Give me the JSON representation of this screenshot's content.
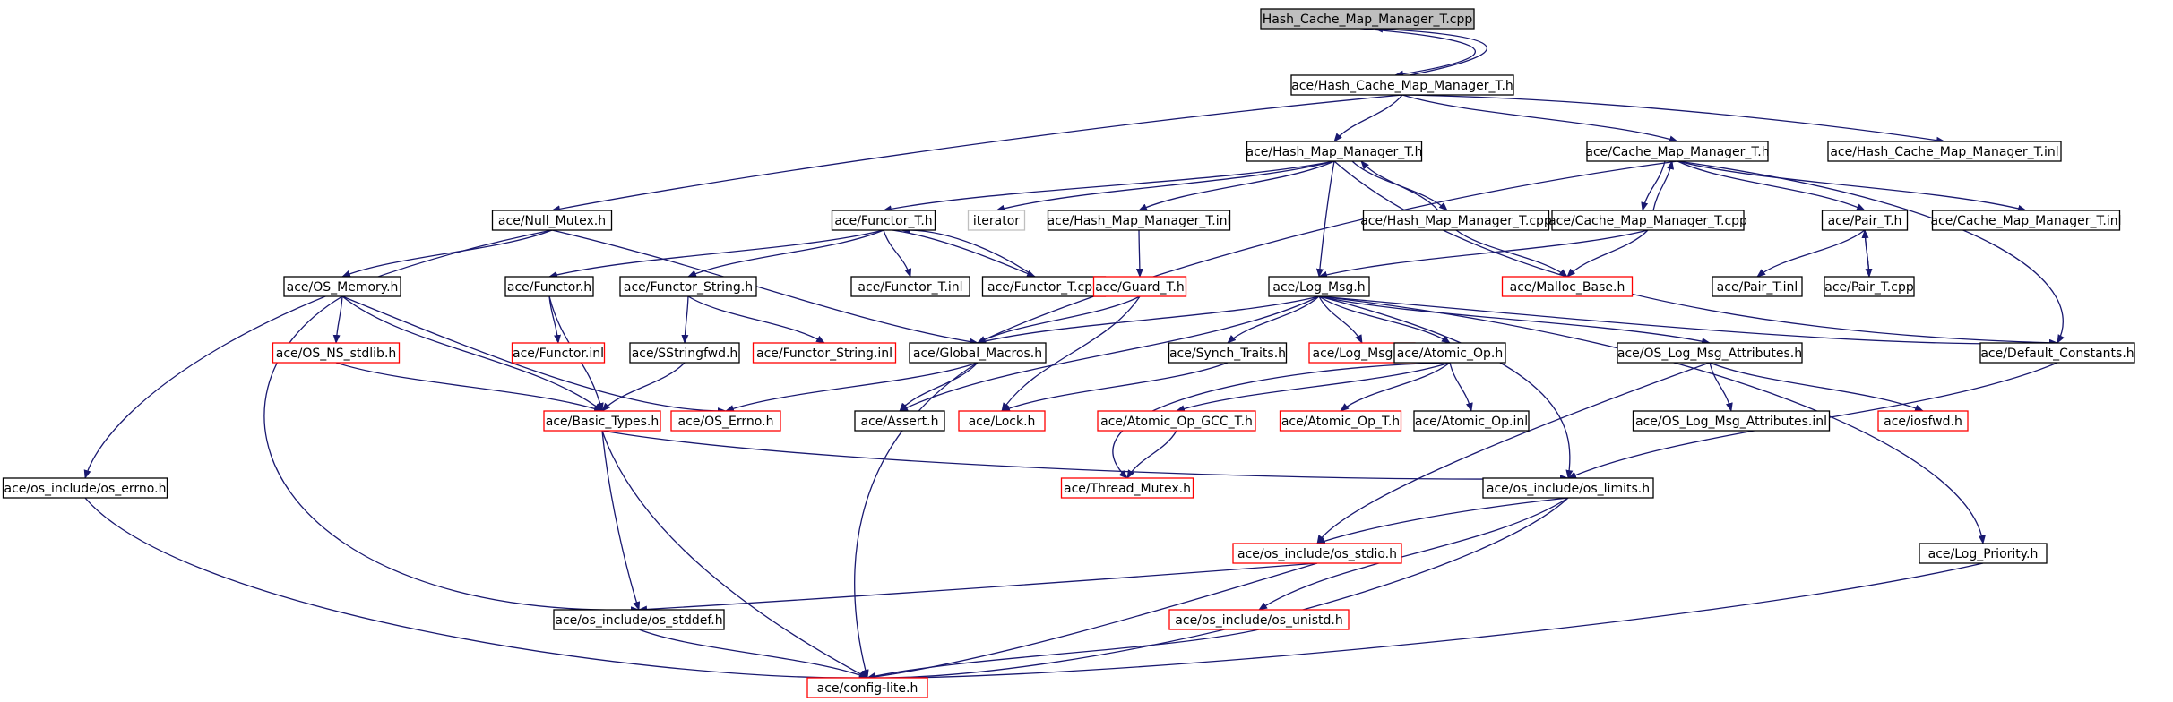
{
  "colors": {
    "edge": "#191970",
    "node_border": "#000000",
    "node_border_missing": "#ff0000",
    "node_border_hidden": "#bfbfbf",
    "root_fill": "#bfbfbf",
    "fill": "#ffffff"
  },
  "nodes": [
    {
      "id": "root",
      "label": "Hash_Cache_Map_Manager_T.cpp",
      "kind": "root"
    },
    {
      "id": "hcmm_h",
      "label": "ace/Hash_Cache_Map_Manager_T.h",
      "kind": "normal"
    },
    {
      "id": "hmm_h",
      "label": "ace/Hash_Map_Manager_T.h",
      "kind": "normal"
    },
    {
      "id": "cmm_h",
      "label": "ace/Cache_Map_Manager_T.h",
      "kind": "normal"
    },
    {
      "id": "hcmm_inl",
      "label": "ace/Hash_Cache_Map_Manager_T.inl",
      "kind": "normal"
    },
    {
      "id": "null_mutex",
      "label": "ace/Null_Mutex.h",
      "kind": "normal"
    },
    {
      "id": "functor_t_h",
      "label": "ace/Functor_T.h",
      "kind": "normal"
    },
    {
      "id": "iterator",
      "label": "iterator",
      "kind": "hidden"
    },
    {
      "id": "hmm_inl",
      "label": "ace/Hash_Map_Manager_T.inl",
      "kind": "normal"
    },
    {
      "id": "hmm_cpp",
      "label": "ace/Hash_Map_Manager_T.cpp",
      "kind": "normal"
    },
    {
      "id": "cmm_cpp",
      "label": "ace/Cache_Map_Manager_T.cpp",
      "kind": "normal"
    },
    {
      "id": "pair_h",
      "label": "ace/Pair_T.h",
      "kind": "normal"
    },
    {
      "id": "cmm_inl",
      "label": "ace/Cache_Map_Manager_T.inl",
      "kind": "normal"
    },
    {
      "id": "os_memory",
      "label": "ace/OS_Memory.h",
      "kind": "normal"
    },
    {
      "id": "functor_h",
      "label": "ace/Functor.h",
      "kind": "normal"
    },
    {
      "id": "functor_string_h",
      "label": "ace/Functor_String.h",
      "kind": "normal"
    },
    {
      "id": "functor_t_inl",
      "label": "ace/Functor_T.inl",
      "kind": "normal"
    },
    {
      "id": "functor_t_cpp",
      "label": "ace/Functor_T.cpp",
      "kind": "normal"
    },
    {
      "id": "guard_t",
      "label": "ace/Guard_T.h",
      "kind": "missing"
    },
    {
      "id": "log_msg",
      "label": "ace/Log_Msg.h",
      "kind": "normal"
    },
    {
      "id": "malloc_base",
      "label": "ace/Malloc_Base.h",
      "kind": "missing"
    },
    {
      "id": "pair_inl",
      "label": "ace/Pair_T.inl",
      "kind": "normal"
    },
    {
      "id": "pair_cpp",
      "label": "ace/Pair_T.cpp",
      "kind": "normal"
    },
    {
      "id": "os_ns_stdlib",
      "label": "ace/OS_NS_stdlib.h",
      "kind": "missing"
    },
    {
      "id": "functor_inl",
      "label": "ace/Functor.inl",
      "kind": "missing"
    },
    {
      "id": "sstringfwd",
      "label": "ace/SStringfwd.h",
      "kind": "normal"
    },
    {
      "id": "functor_string_inl",
      "label": "ace/Functor_String.inl",
      "kind": "missing"
    },
    {
      "id": "global_macros",
      "label": "ace/Global_Macros.h",
      "kind": "normal"
    },
    {
      "id": "synch_traits",
      "label": "ace/Synch_Traits.h",
      "kind": "normal"
    },
    {
      "id": "log_msg_inl",
      "label": "ace/Log_Msg.inl",
      "kind": "missing"
    },
    {
      "id": "atomic_op_h",
      "label": "ace/Atomic_Op.h",
      "kind": "normal"
    },
    {
      "id": "os_log_msg_attr",
      "label": "ace/OS_Log_Msg_Attributes.h",
      "kind": "normal"
    },
    {
      "id": "default_constants",
      "label": "ace/Default_Constants.h",
      "kind": "normal"
    },
    {
      "id": "basic_types",
      "label": "ace/Basic_Types.h",
      "kind": "missing"
    },
    {
      "id": "os_errno",
      "label": "ace/OS_Errno.h",
      "kind": "missing"
    },
    {
      "id": "assert_h",
      "label": "ace/Assert.h",
      "kind": "normal"
    },
    {
      "id": "lock_h",
      "label": "ace/Lock.h",
      "kind": "missing"
    },
    {
      "id": "atomic_op_gcc",
      "label": "ace/Atomic_Op_GCC_T.h",
      "kind": "missing"
    },
    {
      "id": "atomic_op_t",
      "label": "ace/Atomic_Op_T.h",
      "kind": "missing"
    },
    {
      "id": "atomic_op_inl",
      "label": "ace/Atomic_Op.inl",
      "kind": "normal"
    },
    {
      "id": "os_log_msg_attr_inl",
      "label": "ace/OS_Log_Msg_Attributes.inl",
      "kind": "normal"
    },
    {
      "id": "iosfwd",
      "label": "ace/iosfwd.h",
      "kind": "missing"
    },
    {
      "id": "os_include_errno",
      "label": "ace/os_include/os_errno.h",
      "kind": "normal"
    },
    {
      "id": "thread_mutex",
      "label": "ace/Thread_Mutex.h",
      "kind": "missing"
    },
    {
      "id": "os_limits",
      "label": "ace/os_include/os_limits.h",
      "kind": "normal"
    },
    {
      "id": "os_stdio",
      "label": "ace/os_include/os_stdio.h",
      "kind": "missing"
    },
    {
      "id": "log_priority",
      "label": "ace/Log_Priority.h",
      "kind": "normal"
    },
    {
      "id": "os_stddef",
      "label": "ace/os_include/os_stddef.h",
      "kind": "normal"
    },
    {
      "id": "os_unistd",
      "label": "ace/os_include/os_unistd.h",
      "kind": "missing"
    },
    {
      "id": "config_lite",
      "label": "ace/config-lite.h",
      "kind": "missing"
    }
  ],
  "edges": [
    [
      "root",
      "hcmm_h"
    ],
    [
      "hcmm_h",
      "root"
    ],
    [
      "hcmm_h",
      "hmm_h"
    ],
    [
      "hcmm_h",
      "cmm_h"
    ],
    [
      "hcmm_h",
      "hcmm_inl"
    ],
    [
      "hcmm_h",
      "null_mutex"
    ],
    [
      "hmm_h",
      "functor_t_h"
    ],
    [
      "hmm_h",
      "iterator"
    ],
    [
      "hmm_h",
      "hmm_inl"
    ],
    [
      "hmm_h",
      "hmm_cpp"
    ],
    [
      "hmm_cpp",
      "hmm_h"
    ],
    [
      "hmm_h",
      "log_msg"
    ],
    [
      "hmm_h",
      "default_constants"
    ],
    [
      "cmm_h",
      "cmm_cpp"
    ],
    [
      "cmm_cpp",
      "cmm_h"
    ],
    [
      "cmm_h",
      "pair_h"
    ],
    [
      "cmm_h",
      "cmm_inl"
    ],
    [
      "cmm_h",
      "global_macros"
    ],
    [
      "cmm_h",
      "default_constants"
    ],
    [
      "null_mutex",
      "os_memory"
    ],
    [
      "null_mutex",
      "global_macros"
    ],
    [
      "null_mutex",
      "os_include_errno"
    ],
    [
      "functor_t_h",
      "functor_h"
    ],
    [
      "functor_t_h",
      "functor_string_h"
    ],
    [
      "functor_t_h",
      "functor_t_inl"
    ],
    [
      "functor_t_h",
      "functor_t_cpp"
    ],
    [
      "functor_t_cpp",
      "functor_t_h"
    ],
    [
      "hmm_inl",
      "guard_t"
    ],
    [
      "hmm_cpp",
      "malloc_base"
    ],
    [
      "cmm_cpp",
      "malloc_base"
    ],
    [
      "cmm_cpp",
      "log_msg"
    ],
    [
      "pair_h",
      "pair_inl"
    ],
    [
      "pair_h",
      "pair_cpp"
    ],
    [
      "pair_cpp",
      "pair_h"
    ],
    [
      "os_memory",
      "os_ns_stdlib"
    ],
    [
      "os_memory",
      "basic_types"
    ],
    [
      "os_memory",
      "os_errno"
    ],
    [
      "os_memory",
      "os_stddef"
    ],
    [
      "functor_h",
      "functor_inl"
    ],
    [
      "functor_h",
      "basic_types"
    ],
    [
      "functor_string_h",
      "sstringfwd"
    ],
    [
      "functor_string_h",
      "functor_string_inl"
    ],
    [
      "guard_t",
      "global_macros"
    ],
    [
      "guard_t",
      "lock_h"
    ],
    [
      "log_msg",
      "global_macros"
    ],
    [
      "log_msg",
      "assert_h"
    ],
    [
      "log_msg",
      "synch_traits"
    ],
    [
      "log_msg",
      "log_msg_inl"
    ],
    [
      "log_msg",
      "atomic_op_h"
    ],
    [
      "log_msg",
      "os_log_msg_attr"
    ],
    [
      "log_msg",
      "default_constants"
    ],
    [
      "log_msg",
      "os_limits"
    ],
    [
      "log_msg",
      "log_priority"
    ],
    [
      "os_ns_stdlib",
      "basic_types"
    ],
    [
      "sstringfwd",
      "basic_types"
    ],
    [
      "global_macros",
      "os_errno"
    ],
    [
      "global_macros",
      "assert_h"
    ],
    [
      "global_macros",
      "config_lite"
    ],
    [
      "synch_traits",
      "lock_h"
    ],
    [
      "atomic_op_h",
      "atomic_op_gcc"
    ],
    [
      "atomic_op_h",
      "atomic_op_t"
    ],
    [
      "atomic_op_h",
      "atomic_op_inl"
    ],
    [
      "atomic_op_h",
      "thread_mutex"
    ],
    [
      "os_log_msg_attr",
      "os_log_msg_attr_inl"
    ],
    [
      "os_log_msg_attr",
      "iosfwd"
    ],
    [
      "os_log_msg_attr",
      "os_stdio"
    ],
    [
      "default_constants",
      "os_limits"
    ],
    [
      "basic_types",
      "os_limits"
    ],
    [
      "basic_types",
      "os_stddef"
    ],
    [
      "basic_types",
      "config_lite"
    ],
    [
      "atomic_op_gcc",
      "thread_mutex"
    ],
    [
      "os_include_errno",
      "config_lite"
    ],
    [
      "os_limits",
      "os_stdio"
    ],
    [
      "os_limits",
      "os_unistd"
    ],
    [
      "os_limits",
      "config_lite"
    ],
    [
      "os_stdio",
      "os_stddef"
    ],
    [
      "os_stdio",
      "config_lite"
    ],
    [
      "log_priority",
      "config_lite"
    ],
    [
      "os_stddef",
      "config_lite"
    ],
    [
      "os_unistd",
      "config_lite"
    ]
  ]
}
